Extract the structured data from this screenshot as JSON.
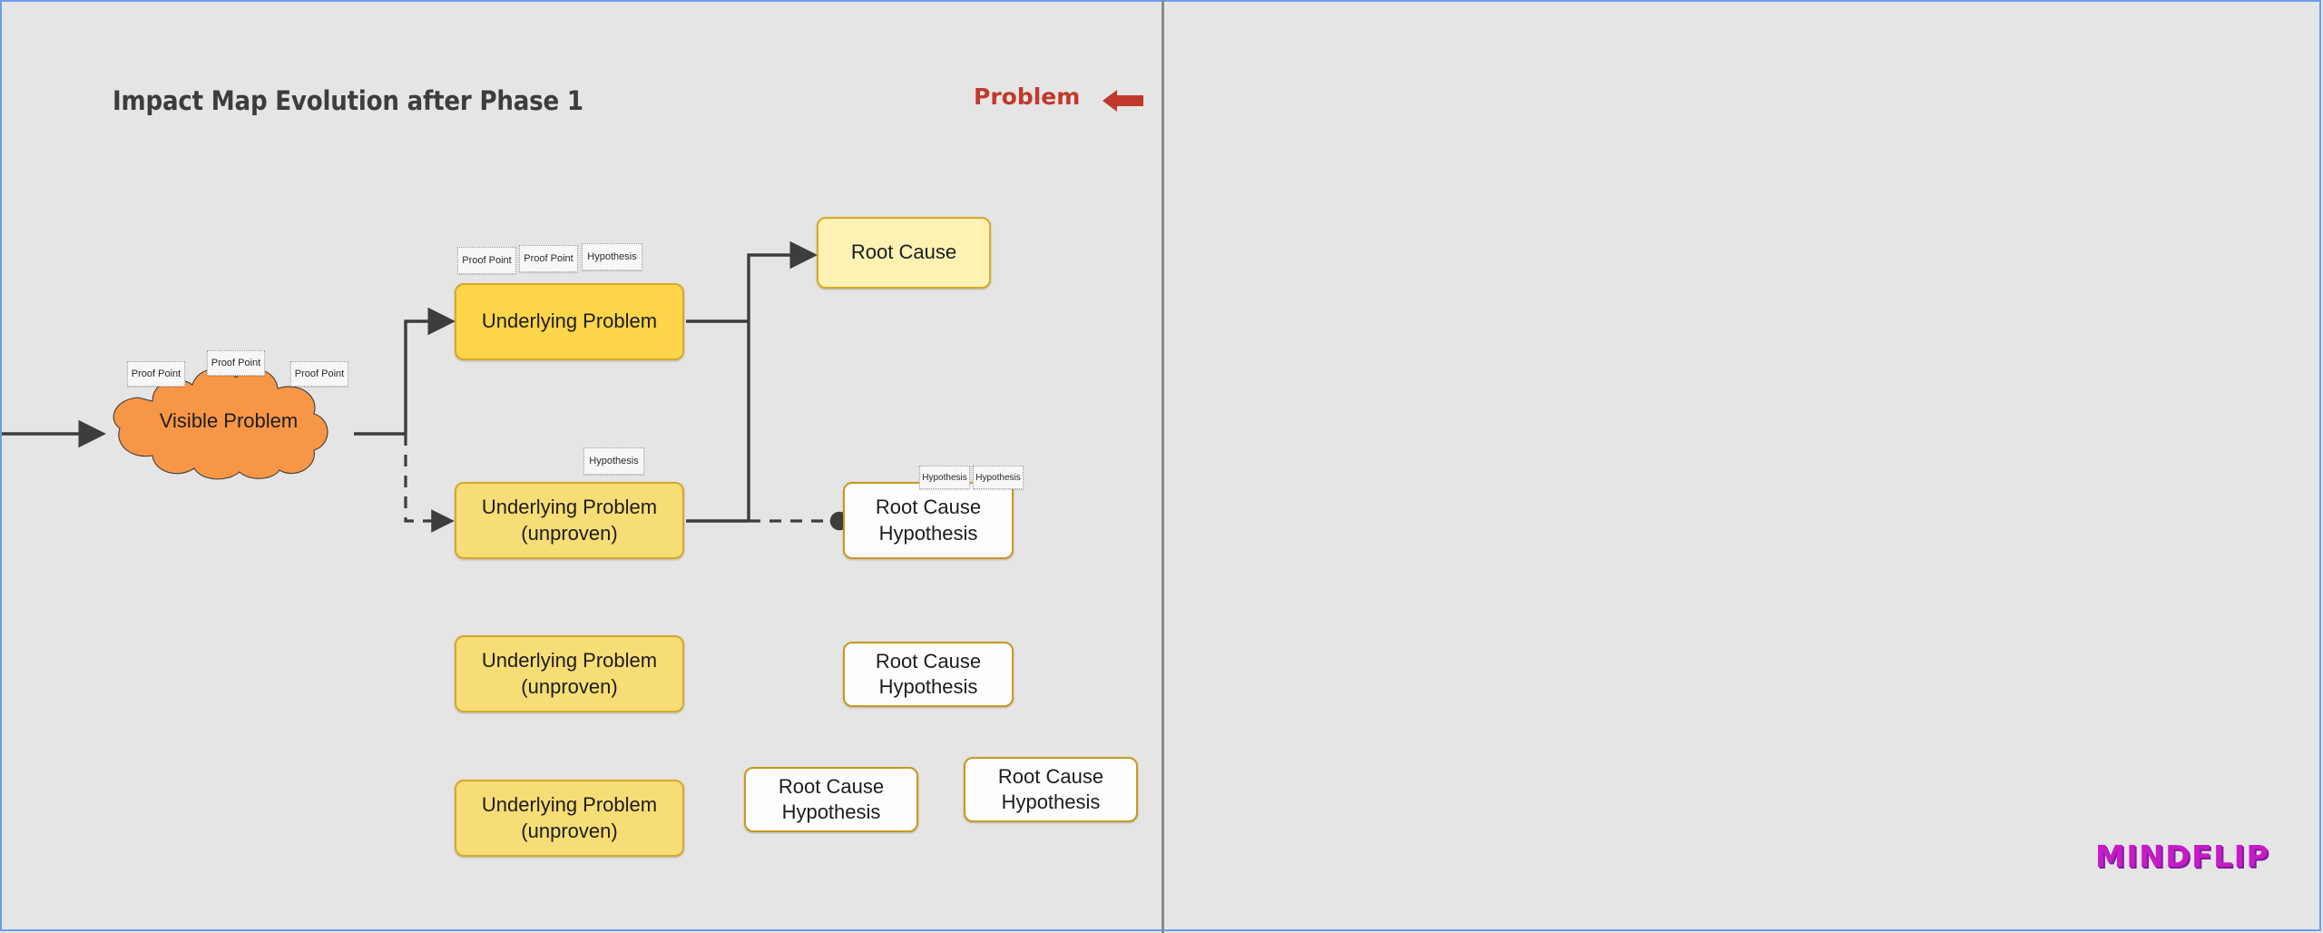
{
  "board": {
    "title": "Impact Map Evolution after Phase 1",
    "problem_label": "Problem",
    "logo": "MINDFLIP",
    "accent_red": "#c0392b",
    "accent_yellow": "#fcd548",
    "accent_orange": "#f79646",
    "accent_magenta": "#c61bc6",
    "canvas_bg": "#e5e5e5",
    "selection_border": "#6b9ded"
  },
  "nodes": {
    "visible_problem": {
      "label": "Visible Problem",
      "shape": "cloud",
      "color": "#f79646"
    },
    "underlying_problem": {
      "label": "Underlying Problem",
      "shape": "rounded-rect",
      "color": "#fcd548"
    },
    "underlying_problem_unproven_1": {
      "label": "Underlying Problem\n(unproven)",
      "line1": "Underlying Problem",
      "line2": "(unproven)",
      "color": "#f7dd76"
    },
    "underlying_problem_unproven_2": {
      "line1": "Underlying Problem",
      "line2": "(unproven)",
      "color": "#f7dd76"
    },
    "underlying_problem_unproven_3": {
      "line1": "Underlying Problem",
      "line2": "(unproven)",
      "color": "#f7dd76"
    },
    "root_cause": {
      "label": "Root Cause",
      "color": "#fdf2b4"
    },
    "root_cause_hypothesis_1": {
      "line1": "Root Cause",
      "line2": "Hypothesis",
      "color": "#ffffff"
    },
    "root_cause_hypothesis_2": {
      "line1": "Root Cause",
      "line2": "Hypothesis",
      "color": "#ffffff"
    },
    "root_cause_hypothesis_3": {
      "line1": "Root Cause",
      "line2": "Hypothesis",
      "color": "#ffffff"
    },
    "root_cause_hypothesis_4": {
      "line1": "Root Cause",
      "line2": "Hypothesis",
      "color": "#ffffff"
    }
  },
  "notes": {
    "cloud": [
      {
        "label": "Proof Point"
      },
      {
        "label": "Proof Point"
      },
      {
        "label": "Proof Point"
      }
    ],
    "underlying_problem": [
      {
        "label": "Proof Point"
      },
      {
        "label": "Proof Point"
      },
      {
        "label": "Hypothesis"
      }
    ],
    "underlying_unproven_1": [
      {
        "label": "Hypothesis"
      }
    ],
    "root_cause_hypothesis_1": [
      {
        "label": "Hypothesis"
      },
      {
        "label": "Hypothesis"
      }
    ]
  },
  "icons": {
    "problem_arrow": "arrow-left-icon"
  }
}
